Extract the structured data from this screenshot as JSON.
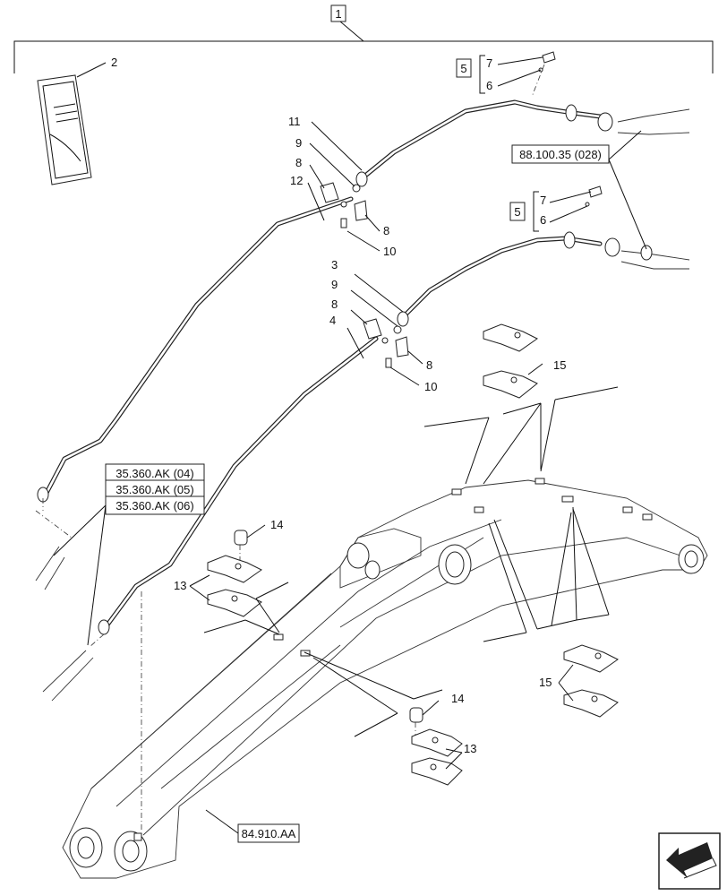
{
  "diagram": {
    "callouts": {
      "c1": "1",
      "c2": "2",
      "c3": "3",
      "c4": "4",
      "c5a": "5",
      "c5b": "5",
      "c6a": "6",
      "c6b": "6",
      "c7a": "7",
      "c7b": "7",
      "c8a": "8",
      "c8b": "8",
      "c8c": "8",
      "c8d": "8",
      "c9a": "9",
      "c9b": "9",
      "c10a": "10",
      "c10b": "10",
      "c11": "11",
      "c12": "12",
      "c13a": "13",
      "c13b": "13",
      "c14a": "14",
      "c14b": "14",
      "c15a": "15",
      "c15b": "15"
    },
    "references": {
      "ref_88_100_35": "88.100.35 (028)",
      "ref_35_360_04": "35.360.AK (04)",
      "ref_35_360_05": "35.360.AK (05)",
      "ref_35_360_06": "35.360.AK (06)",
      "ref_84_910": "84.910.AA"
    }
  }
}
